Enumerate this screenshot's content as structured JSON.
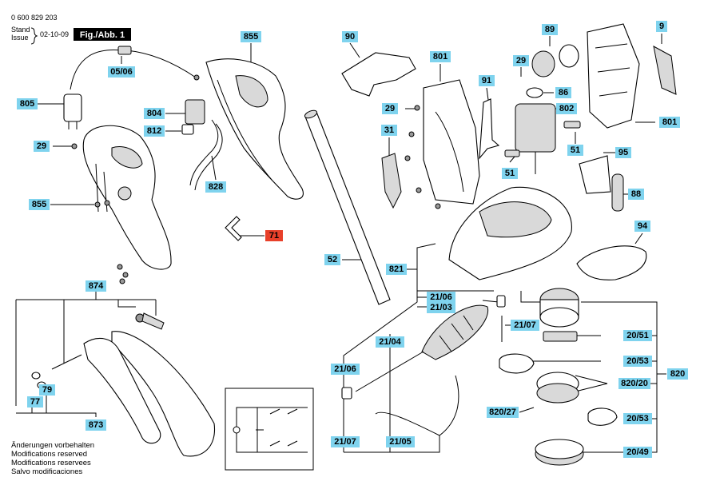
{
  "header": {
    "doc_number": "0 600 829 203",
    "stand_label": "Stand",
    "issue_label": "Issue",
    "date": "02-10-09",
    "fig_label": "Fig./Abb. 1"
  },
  "footer_notes": [
    "Änderungen vorbehalten",
    "Modifications reserved",
    "Modifications reservees",
    "Salvo modificaciones"
  ],
  "highlight_color": "#e8402a",
  "label_color": "#7fd3ee",
  "labels": {
    "l_05_06": "05/06",
    "l_855a": "855",
    "l_805": "805",
    "l_804": "804",
    "l_812": "812",
    "l_29a": "29",
    "l_828": "828",
    "l_855b": "855",
    "l_71": "71",
    "l_90": "90",
    "l_801a": "801",
    "l_89": "89",
    "l_9": "9",
    "l_29b": "29",
    "l_86": "86",
    "l_91": "91",
    "l_802": "802",
    "l_29c": "29",
    "l_801b": "801",
    "l_31": "31",
    "l_51a": "51",
    "l_95": "95",
    "l_51b": "51",
    "l_88": "88",
    "l_52": "52",
    "l_94": "94",
    "l_821": "821",
    "l_874": "874",
    "l_21_06a": "21/06",
    "l_21_03": "21/03",
    "l_21_07a": "21/07",
    "l_20_51": "20/51",
    "l_21_04": "21/04",
    "l_20_53a": "20/53",
    "l_21_06b": "21/06",
    "l_820": "820",
    "l_820_20": "820/20",
    "l_79": "79",
    "l_77": "77",
    "l_820_27": "820/27",
    "l_20_53b": "20/53",
    "l_873": "873",
    "l_21_07b": "21/07",
    "l_21_05": "21/05",
    "l_20_49": "20/49"
  }
}
